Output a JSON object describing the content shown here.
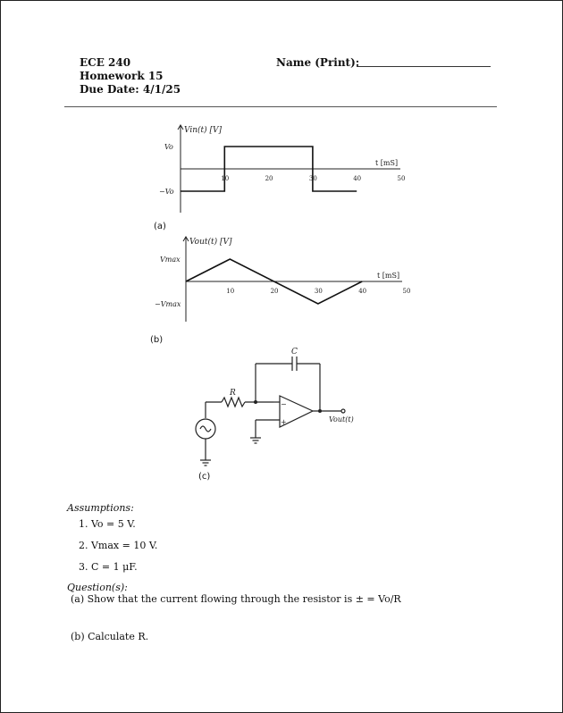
{
  "header": {
    "course": "ECE 240",
    "homework": "Homework 15",
    "due": "Due Date: 4/1/25",
    "name_label": "Name (Print):"
  },
  "fig_a": {
    "caption": "(a)",
    "ylabel": "Vin(t) [V]",
    "xlabel": "t [mS]",
    "pos_label": "Vo",
    "neg_label": "−Vo",
    "ticks": [
      "10",
      "20",
      "30",
      "40",
      "50"
    ]
  },
  "fig_b": {
    "caption": "(b)",
    "ylabel": "Vout(t) [V]",
    "xlabel": "t [mS]",
    "pos_label": "Vmax",
    "neg_label": "−Vmax",
    "ticks": [
      "10",
      "20",
      "30",
      "40",
      "50"
    ]
  },
  "fig_c": {
    "caption": "(c)",
    "cap_label": "C",
    "res_label": "R",
    "out_label": "Vout(t)"
  },
  "assumptions": {
    "title": "Assumptions:",
    "items": [
      "1.  Vo = 5 V.",
      "2.  Vmax = 10 V.",
      "3.  C = 1 μF."
    ]
  },
  "questions": {
    "title": "Question(s):",
    "a": "(a)  Show that the current flowing through the resistor is ± = Vo/R",
    "b": "(b)  Calculate R."
  },
  "chart_data": [
    {
      "type": "line",
      "title": "",
      "xlabel": "t [mS]",
      "ylabel": "Vin(t) [V]",
      "x_ticks": [
        10,
        20,
        30,
        40,
        50
      ],
      "y_ticks": [
        "Vo",
        "−Vo"
      ],
      "series": [
        {
          "x": [
            0,
            10,
            10,
            30,
            30,
            40
          ],
          "y": [
            -1,
            -1,
            1,
            1,
            -1,
            -1
          ]
        }
      ]
    },
    {
      "type": "line",
      "title": "",
      "xlabel": "t [mS]",
      "ylabel": "Vout(t) [V]",
      "x_ticks": [
        10,
        20,
        30,
        40,
        50
      ],
      "y_ticks": [
        "Vmax",
        "−Vmax"
      ],
      "series": [
        {
          "x": [
            0,
            10,
            30,
            40
          ],
          "y": [
            0,
            1,
            -1,
            0
          ]
        }
      ]
    }
  ]
}
